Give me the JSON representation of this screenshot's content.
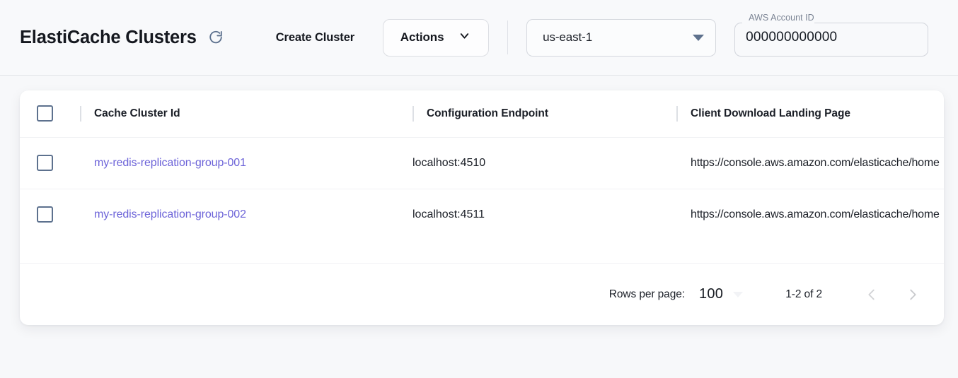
{
  "header": {
    "title": "ElastiCache Clusters",
    "refresh_icon": "refresh-icon",
    "create_cluster_label": "Create Cluster",
    "actions_label": "Actions",
    "actions_chevron_icon": "chevron-down-icon",
    "region": {
      "value": "us-east-1",
      "caret_icon": "caret-down-icon"
    },
    "account": {
      "label": "AWS Account ID",
      "value": "000000000000",
      "placeholder": "AWS Account ID"
    }
  },
  "table": {
    "select_all_checkbox": "",
    "columns": [
      "Cache Cluster Id",
      "Configuration Endpoint",
      "Client Download Landing Page"
    ],
    "rows": [
      {
        "cluster_id": "my-redis-replication-group-001",
        "endpoint": "localhost:4510",
        "landing_page": "https://console.aws.amazon.com/elasticache/home"
      },
      {
        "cluster_id": "my-redis-replication-group-002",
        "endpoint": "localhost:4511",
        "landing_page": "https://console.aws.amazon.com/elasticache/home"
      }
    ]
  },
  "pagination": {
    "rows_per_page_label": "Rows per page:",
    "rows_per_page_value": "100",
    "range_label": "1-2 of 2",
    "prev_icon": "chevron-left-icon",
    "next_icon": "chevron-right-icon"
  },
  "colors": {
    "link": "#6c63d8",
    "page_bg": "#f7f8fa",
    "card_bg": "#ffffff",
    "checkbox_border": "#5d718e",
    "caret": "#5e718d"
  }
}
